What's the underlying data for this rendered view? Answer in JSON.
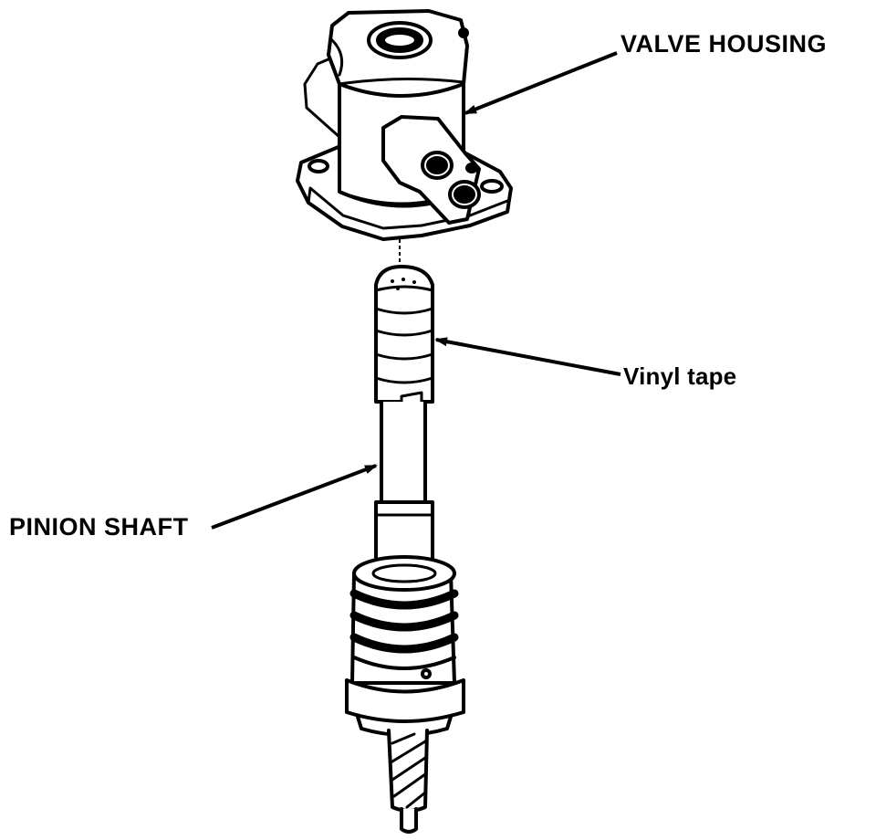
{
  "labels": {
    "valve_housing": "VALVE HOUSING",
    "vinyl_tape": "Vinyl tape",
    "pinion_shaft": "PINION SHAFT"
  },
  "colors": {
    "ink": "#000000",
    "paper": "#ffffff"
  }
}
